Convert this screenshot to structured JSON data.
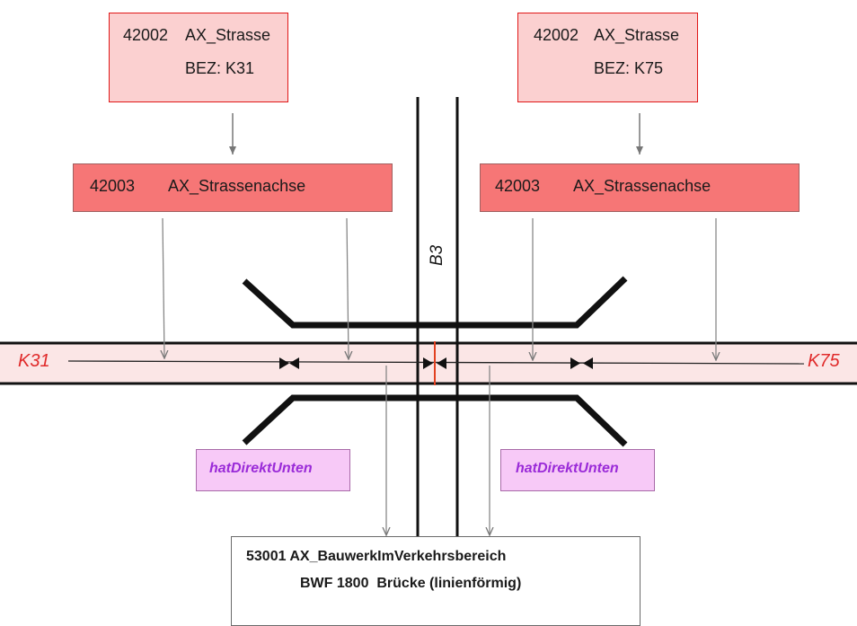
{
  "strasse_left": {
    "code": "42002",
    "class": "AX_Strasse",
    "bez": "BEZ: K31"
  },
  "strasse_right": {
    "code": "42002",
    "class": "AX_Strasse",
    "bez": "BEZ: K75"
  },
  "achse_left": {
    "code": "42003",
    "class": "AX_Strassenachse"
  },
  "achse_right": {
    "code": "42003",
    "class": "AX_Strassenachse"
  },
  "road_labels": {
    "left": "K31",
    "right": "K75",
    "vertical": "B3"
  },
  "relation_left": "hatDirektUnten",
  "relation_right": "hatDirektUnten",
  "bauwerk": {
    "line1": "53001 AX_BauwerkImVerkehrsbereich",
    "line2": "BWF 1800  Brücke (linienförmig)"
  },
  "colors": {
    "strasse_fill": "#fbd0d0",
    "strasse_border": "#e01818",
    "achse_fill": "#f67676",
    "relation_fill": "#f7c9f7",
    "relation_text": "#9a2bd8",
    "label_red": "#e02a2a",
    "road_band": "#fbe6e6"
  }
}
